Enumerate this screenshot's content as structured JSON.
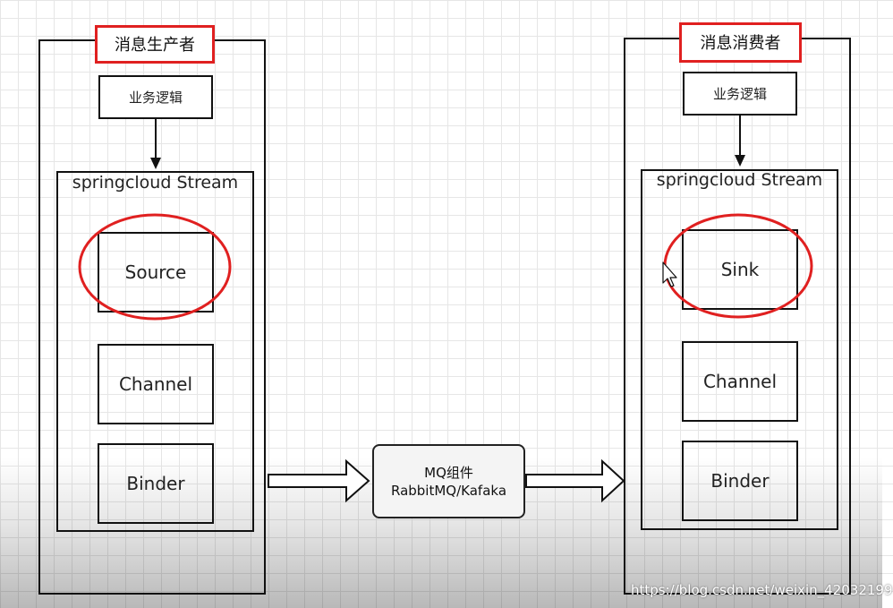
{
  "producer": {
    "title": "消息生产者",
    "business": "业务逻辑",
    "stream_title": "springcloud Stream",
    "components": [
      "Source",
      "Channel",
      "Binder"
    ]
  },
  "consumer": {
    "title": "消息消费者",
    "business": "业务逻辑",
    "stream_title": "springcloud Stream",
    "components": [
      "Sink",
      "Channel",
      "Binder"
    ]
  },
  "mq": {
    "line1": "MQ组件",
    "line2": "RabbitMQ/Kafaka"
  },
  "watermark": "https://blog.csdn.net/weixin_42032199",
  "colors": {
    "highlight": "#e02020",
    "stroke": "#111111"
  }
}
